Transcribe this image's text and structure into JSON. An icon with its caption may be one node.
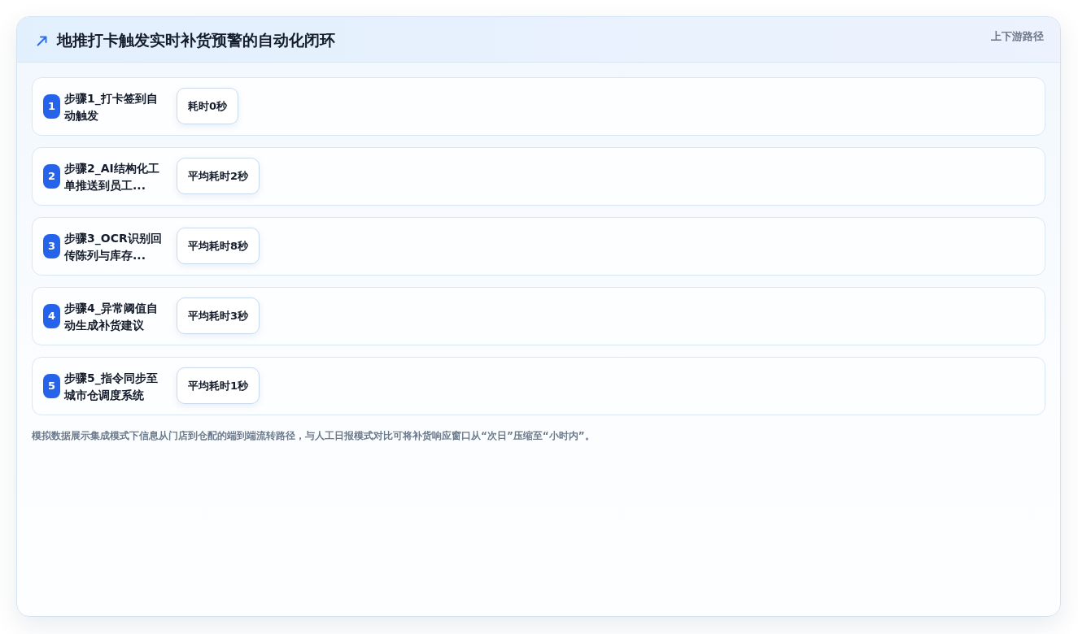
{
  "diagram": {
    "title": "地推打卡触发实时补货预警的自动化闭环",
    "nodes": [
      {
        "text": [
          "步骤1_打卡签到自动触发"
        ]
      },
      {
        "text": [
          "1"
        ],
        "in": 0
      },
      {
        "text": [
          "耗时0秒"
        ],
        "in": 0
      },
      {
        "text": [
          "步骤2_AI结构化工单推送到员工..."
        ]
      },
      {
        "text": [
          "2"
        ],
        "in": 3
      },
      {
        "text": [
          "平均耗时2秒"
        ],
        "in": 3
      },
      {
        "text": [
          "步骤3_OCR识别回传陈列与库存..."
        ]
      },
      {
        "text": [
          "3"
        ],
        "in": 6
      },
      {
        "text": [
          "平均耗时8秒"
        ],
        "in": 6
      },
      {
        "text": [
          "步骤4_异常阈值自动生成补货建议"
        ]
      },
      {
        "text": [
          "4"
        ],
        "in": 9
      },
      {
        "text": [
          "平均耗时3秒"
        ],
        "in": 9
      },
      {
        "text": [
          "步骤5_指令同步至城市仓调度系统"
        ]
      },
      {
        "text": [
          "5"
        ],
        "in": 12
      },
      {
        "text": [
          "平均耗时1秒"
        ],
        "in": 12
      }
    ],
    "labels": [
      "上下游路径"
    ],
    "caption": "模拟数据展示集成模式下信息从门店到仓配的端到端流转路径，与人工日报模式对比可将补货响应窗口从“次日”压缩至“小时内”。"
  }
}
